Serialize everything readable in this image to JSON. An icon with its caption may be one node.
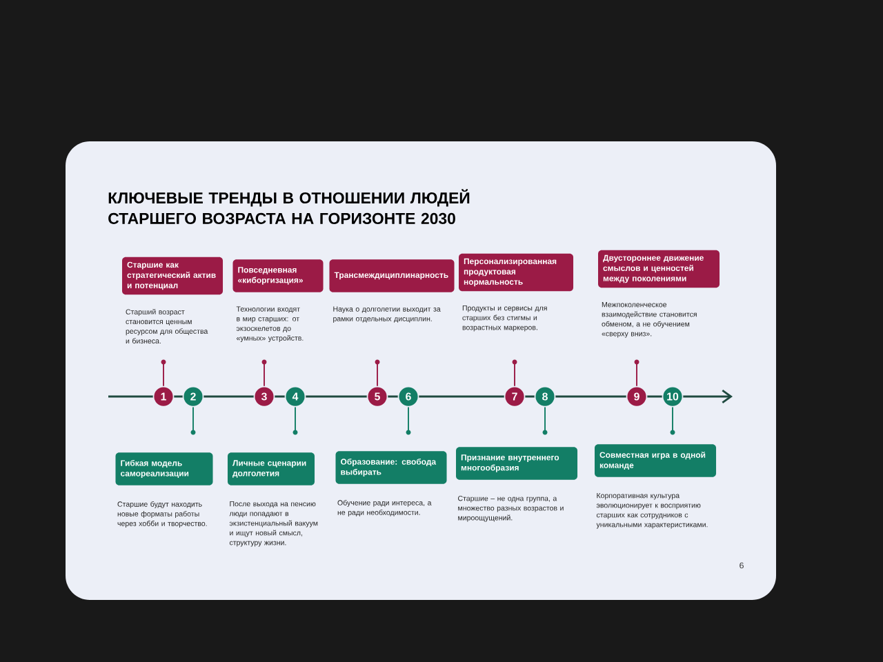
{
  "diagram": {
    "title": "КЛЮЧЕВЫЕ ТРЕНДЫ В ОТНОШЕНИИ ЛЮДЕЙ СТАРШЕГО ВОЗРАСТА НА ГОРИЗОНТЕ 2030",
    "nodes": [
      {
        "text": [
          "Старшие как стратегический актив и потенциал"
        ],
        "beside": [
          "Старший возраст становится ценным ресурсом для общества и бизнеса."
        ]
      },
      {
        "text": [
          "Повседневная «киборгизация»"
        ],
        "beside": [
          "Технологии входят в мир старших: от экзоскелетов до «умных» устройств."
        ]
      },
      {
        "text": [
          "Трансмеждициплинарность"
        ],
        "beside": [
          "Наука о долголетии выходит за рамки отдельных дисциплин."
        ]
      },
      {
        "text": [
          "Персонализированная продуктовая нормальность"
        ],
        "beside": [
          "Продукты и сервисы для старших без стигмы и возрастных маркеров."
        ]
      },
      {
        "text": [
          "Двустороннее движение смыслов и ценностей между поколениями"
        ],
        "beside": [
          "Межпоколенческое взаимодействие становится обменом, а не обучением «сверху вниз»."
        ]
      },
      {
        "text": [
          "1"
        ]
      },
      {
        "text": [
          "2"
        ]
      },
      {
        "text": [
          "3"
        ]
      },
      {
        "text": [
          "4"
        ]
      },
      {
        "text": [
          "5"
        ]
      },
      {
        "text": [
          "6"
        ]
      },
      {
        "text": [
          "7"
        ]
      },
      {
        "text": [
          "8"
        ]
      },
      {
        "text": [
          "9"
        ]
      },
      {
        "text": [
          "10"
        ]
      },
      {
        "text": [
          "Гибкая модель самореализации"
        ],
        "beside": [
          "Старшие будут находить новые форматы работы через хобби и творчество."
        ]
      },
      {
        "text": [
          "Личные сценарии долголетия"
        ],
        "beside": [
          "После выхода на пенсию люди попадают в экзистенциальный вакуум и ищут новый смысл, структуру жизни."
        ]
      },
      {
        "text": [
          "Образование: свобода выбирать"
        ],
        "beside": [
          "Обучение ради интереса, а не ради необходимости."
        ]
      },
      {
        "text": [
          "Признание внутреннего многообразия"
        ],
        "beside": [
          "Старшие – не одна группа, а множество разных возрастов и мироощущений."
        ]
      },
      {
        "text": [
          "Совместная игра в одной команде"
        ],
        "beside": [
          "Корпоративная культура эволюционирует к восприятию старших как сотрудников с уникальными характеристиками."
        ]
      }
    ],
    "labels": [
      "6"
    ]
  }
}
